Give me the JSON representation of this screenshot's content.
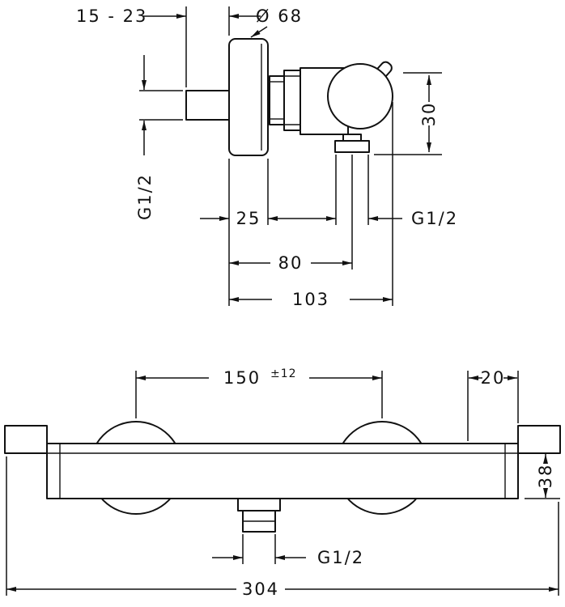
{
  "drawing": {
    "top_view": {
      "protrusion": "15 - 23",
      "flange_diameter": "Ø 68",
      "inlet_thread": "G1/2",
      "outlet_offset": "30",
      "flange_depth": "25",
      "outlet_thread": "G1/2",
      "depth_to_outlet": "80",
      "total_depth": "103"
    },
    "front_view": {
      "center_distance": "150",
      "center_distance_tolerance": "±12",
      "end_offset": "20",
      "body_height": "38",
      "outlet_thread": "G1/2",
      "total_width": "304"
    }
  }
}
